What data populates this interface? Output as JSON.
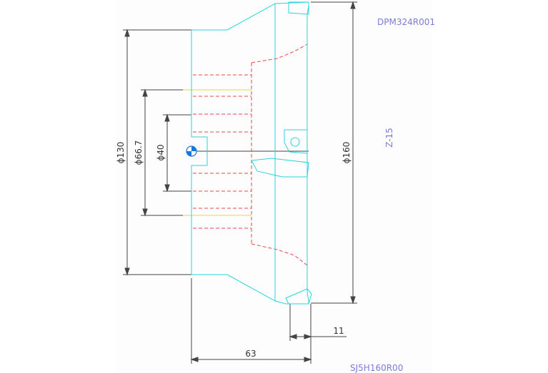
{
  "drawing": {
    "top_label": "DPM324R001",
    "side_label": "Z-15",
    "bottom_label": "SJ5H160R00",
    "dimensions": {
      "d130": "ϕ130",
      "d667": "ϕ66.7",
      "d40": "ϕ40",
      "d160": "ϕ160",
      "w11": "11",
      "w63": "63"
    }
  },
  "colors": {
    "outline": "#27d4dc",
    "dimension": "#444444",
    "hidden": "#e8454b",
    "centerline": "#e3d83a",
    "label": "#7b7bd6",
    "marker": "#1a78d8"
  }
}
